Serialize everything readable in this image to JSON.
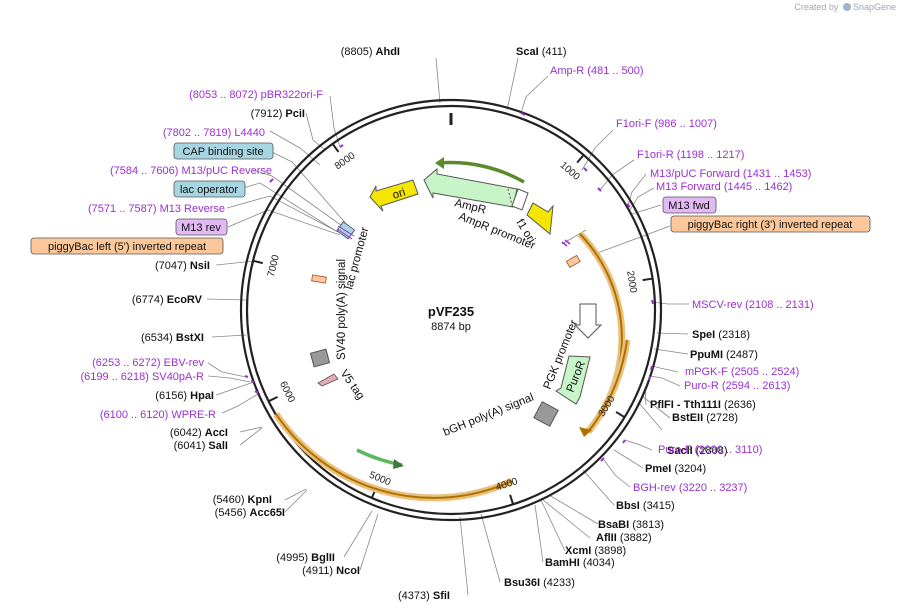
{
  "watermark": {
    "created_by": "Created by",
    "brand": "SnapGene"
  },
  "plasmid": {
    "name": "pVF235",
    "length_label": "8874 bp",
    "length": 8874
  },
  "ticks": [
    "1000",
    "2000",
    "3000",
    "4000",
    "5000",
    "6000",
    "7000",
    "8000"
  ],
  "sites": [
    {
      "name": "AhdI",
      "pos": "(8805)",
      "side": "left"
    },
    {
      "name": "ScaI",
      "pos": "(411)",
      "side": "right"
    },
    {
      "name": "PciI",
      "pos": "(7912)",
      "side": "left"
    },
    {
      "name": "NsiI",
      "pos": "(7047)",
      "side": "left"
    },
    {
      "name": "EcoRV",
      "pos": "(6774)",
      "side": "left"
    },
    {
      "name": "BstXI",
      "pos": "(6534)",
      "side": "left"
    },
    {
      "name": "HpaI",
      "pos": "(6156)",
      "side": "left"
    },
    {
      "name": "AccI",
      "pos": "(6042)",
      "side": "left"
    },
    {
      "name": "SalI",
      "pos": "(6041)",
      "side": "left"
    },
    {
      "name": "KpnI",
      "pos": "(5460)",
      "side": "left"
    },
    {
      "name": "Acc65I",
      "pos": "(5456)",
      "side": "left"
    },
    {
      "name": "BglII",
      "pos": "(4995)",
      "side": "left"
    },
    {
      "name": "NcoI",
      "pos": "(4911)",
      "side": "left"
    },
    {
      "name": "SfiI",
      "pos": "(4373)",
      "side": "left"
    },
    {
      "name": "Bsu36I",
      "pos": "(4233)",
      "side": "right"
    },
    {
      "name": "BamHI",
      "pos": "(4034)",
      "side": "right"
    },
    {
      "name": "XcmI",
      "pos": "(3898)",
      "side": "right"
    },
    {
      "name": "AflII",
      "pos": "(3882)",
      "side": "right"
    },
    {
      "name": "BsaBI",
      "pos": "(3813)",
      "side": "right"
    },
    {
      "name": "BbsI",
      "pos": "(3415)",
      "side": "right"
    },
    {
      "name": "PmeI",
      "pos": "(3204)",
      "side": "right"
    },
    {
      "name": "SacII",
      "pos": "(2808)",
      "side": "right"
    },
    {
      "name": "BstEII",
      "pos": "(2728)",
      "side": "right"
    },
    {
      "name": "PflFI  -  Tth111I",
      "pos": "(2636)",
      "side": "right"
    },
    {
      "name": "PpuMI",
      "pos": "(2487)",
      "side": "right"
    },
    {
      "name": "SpeI",
      "pos": "(2318)",
      "side": "right"
    }
  ],
  "primers": [
    {
      "name": "pBR322ori-F",
      "range": "(8053 .. 8072)",
      "side": "left"
    },
    {
      "name": "L4440",
      "range": "(7802 .. 7819)",
      "side": "left"
    },
    {
      "name": "M13/pUC Reverse",
      "range": "(7584 .. 7606)",
      "side": "left"
    },
    {
      "name": "M13 Reverse",
      "range": "(7571 .. 7587)",
      "side": "left"
    },
    {
      "name": "EBV-rev",
      "range": "(6253 .. 6272)",
      "side": "left"
    },
    {
      "name": "SV40pA-R",
      "range": "(6199 .. 6218)",
      "side": "left"
    },
    {
      "name": "WPRE-R",
      "range": "(6100 .. 6120)",
      "side": "left"
    },
    {
      "name": "Amp-R",
      "range": "(481 .. 500)",
      "side": "right"
    },
    {
      "name": "F1ori-F",
      "range": "(986 .. 1007)",
      "side": "right"
    },
    {
      "name": "F1ori-R",
      "range": "(1198 .. 1217)",
      "side": "right"
    },
    {
      "name": "M13/pUC Forward",
      "range": "(1431 .. 1453)",
      "side": "right"
    },
    {
      "name": "M13 Forward",
      "range": "(1445 .. 1462)",
      "side": "right"
    },
    {
      "name": "MSCV-rev",
      "range": "(2108 .. 2131)",
      "side": "right"
    },
    {
      "name": "mPGK-F",
      "range": "(2505 .. 2524)",
      "side": "right"
    },
    {
      "name": "Puro-R",
      "range": "(2594 .. 2613)",
      "side": "right"
    },
    {
      "name": "Puro-F",
      "range": "(3090 .. 3110)",
      "side": "right"
    },
    {
      "name": "BGH-rev",
      "range": "(3220 .. 3237)",
      "side": "right"
    }
  ],
  "boxes": [
    {
      "name": "CAP binding site",
      "type": "feature"
    },
    {
      "name": "lac operator",
      "type": "feature"
    },
    {
      "name": "M13 rev",
      "type": "primer"
    },
    {
      "name": "piggyBac left (5') inverted repeat",
      "type": "repeat"
    },
    {
      "name": "M13 fwd",
      "type": "primer"
    },
    {
      "name": "piggyBac right (3') inverted repeat",
      "type": "repeat"
    }
  ],
  "features": [
    {
      "name": "ori"
    },
    {
      "name": "AmpR"
    },
    {
      "name": "AmpR promoter"
    },
    {
      "name": "f1 ori"
    },
    {
      "name": "lac promoter"
    },
    {
      "name": "SV40 poly(A) signal"
    },
    {
      "name": "V5 tag"
    },
    {
      "name": "PGK promoter"
    },
    {
      "name": "PuroR"
    },
    {
      "name": "bGH poly(A) signal"
    }
  ],
  "colors": {
    "backbone": "#222222",
    "primer": "#9b30d0",
    "ori": "#f5e600",
    "ampr": "#c8f5c8",
    "orf_orange": "#e0a030",
    "feature_green": "#5cb85c",
    "cap_box": "#a8d5e2",
    "repeat_box": "#fcc89b",
    "primer_box": "#e2b8f5"
  }
}
